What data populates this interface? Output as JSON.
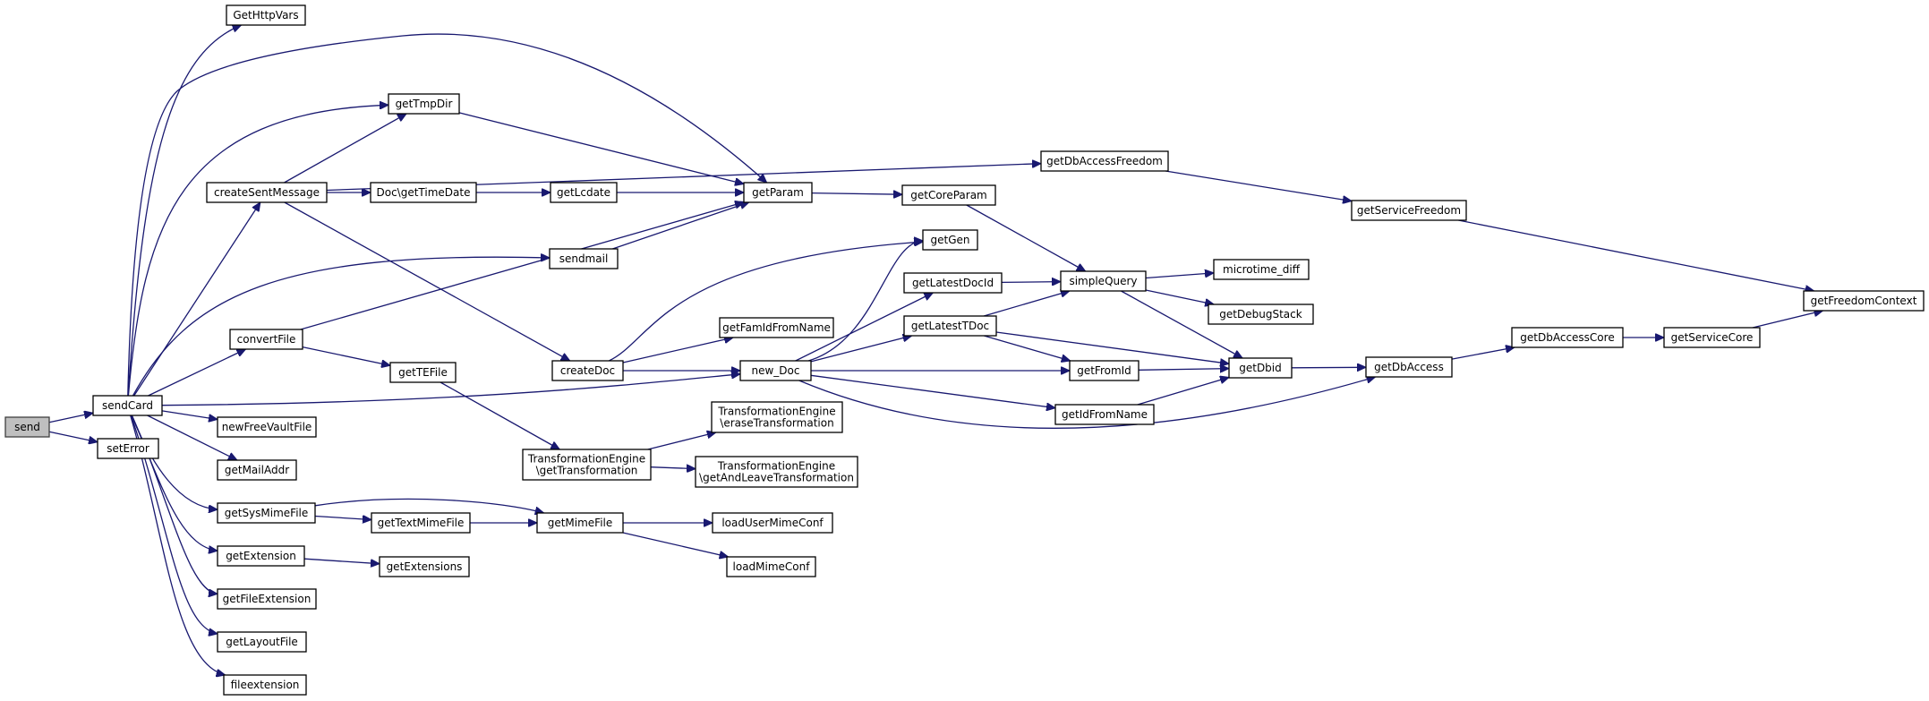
{
  "graph": {
    "edge_color": "#191970",
    "root_fill": "#bfbfbf",
    "nodes": [
      {
        "id": "send",
        "label": [
          "send"
        ],
        "root": true
      },
      {
        "id": "sendCard",
        "label": [
          "sendCard"
        ]
      },
      {
        "id": "setError",
        "label": [
          "setError"
        ]
      },
      {
        "id": "GetHttpVars",
        "label": [
          "GetHttpVars"
        ]
      },
      {
        "id": "getTmpDir",
        "label": [
          "getTmpDir"
        ]
      },
      {
        "id": "createSentMessage",
        "label": [
          "createSentMessage"
        ]
      },
      {
        "id": "DocGetTimeDate",
        "label": [
          "Doc\\getTimeDate"
        ]
      },
      {
        "id": "getLcdate",
        "label": [
          "getLcdate"
        ]
      },
      {
        "id": "getParam",
        "label": [
          "getParam"
        ]
      },
      {
        "id": "getDbAccessFreedom",
        "label": [
          "getDbAccessFreedom"
        ]
      },
      {
        "id": "getServiceFreedom",
        "label": [
          "getServiceFreedom"
        ]
      },
      {
        "id": "getCoreParam",
        "label": [
          "getCoreParam"
        ]
      },
      {
        "id": "sendmail",
        "label": [
          "sendmail"
        ]
      },
      {
        "id": "getGen",
        "label": [
          "getGen"
        ]
      },
      {
        "id": "getLatestDocId",
        "label": [
          "getLatestDocId"
        ]
      },
      {
        "id": "simpleQuery",
        "label": [
          "simpleQuery"
        ]
      },
      {
        "id": "microtime_diff",
        "label": [
          "microtime_diff"
        ]
      },
      {
        "id": "getDebugStack",
        "label": [
          "getDebugStack"
        ]
      },
      {
        "id": "getFreedomContext",
        "label": [
          "getFreedomContext"
        ]
      },
      {
        "id": "convertFile",
        "label": [
          "convertFile"
        ]
      },
      {
        "id": "getFamIdFromName",
        "label": [
          "getFamIdFromName"
        ]
      },
      {
        "id": "getLatestTDoc",
        "label": [
          "getLatestTDoc"
        ]
      },
      {
        "id": "getDbAccessCore",
        "label": [
          "getDbAccessCore"
        ]
      },
      {
        "id": "getServiceCore",
        "label": [
          "getServiceCore"
        ]
      },
      {
        "id": "getTEFile",
        "label": [
          "getTEFile"
        ]
      },
      {
        "id": "createDoc",
        "label": [
          "createDoc"
        ]
      },
      {
        "id": "new_Doc",
        "label": [
          "new_Doc"
        ]
      },
      {
        "id": "getFromId",
        "label": [
          "getFromId"
        ]
      },
      {
        "id": "getDbid",
        "label": [
          "getDbid"
        ]
      },
      {
        "id": "getDbAccess",
        "label": [
          "getDbAccess"
        ]
      },
      {
        "id": "getIdFromName",
        "label": [
          "getIdFromName"
        ]
      },
      {
        "id": "newFreeVaultFile",
        "label": [
          "newFreeVaultFile"
        ]
      },
      {
        "id": "TEeraseTransformation",
        "label": [
          "TransformationEngine",
          "\\eraseTransformation"
        ]
      },
      {
        "id": "TEgetTransformation",
        "label": [
          "TransformationEngine",
          "\\getTransformation"
        ]
      },
      {
        "id": "TEgetAndLeaveTransformation",
        "label": [
          "TransformationEngine",
          "\\getAndLeaveTransformation"
        ]
      },
      {
        "id": "getMailAddr",
        "label": [
          "getMailAddr"
        ]
      },
      {
        "id": "getSysMimeFile",
        "label": [
          "getSysMimeFile"
        ]
      },
      {
        "id": "getTextMimeFile",
        "label": [
          "getTextMimeFile"
        ]
      },
      {
        "id": "getMimeFile",
        "label": [
          "getMimeFile"
        ]
      },
      {
        "id": "loadUserMimeConf",
        "label": [
          "loadUserMimeConf"
        ]
      },
      {
        "id": "getExtension",
        "label": [
          "getExtension"
        ]
      },
      {
        "id": "getExtensions",
        "label": [
          "getExtensions"
        ]
      },
      {
        "id": "loadMimeConf",
        "label": [
          "loadMimeConf"
        ]
      },
      {
        "id": "getFileExtension",
        "label": [
          "getFileExtension"
        ]
      },
      {
        "id": "getLayoutFile",
        "label": [
          "getLayoutFile"
        ]
      },
      {
        "id": "fileextension",
        "label": [
          "fileextension"
        ]
      }
    ],
    "edges": [
      [
        "send",
        "sendCard"
      ],
      [
        "send",
        "setError"
      ],
      [
        "sendCard",
        "GetHttpVars"
      ],
      [
        "sendCard",
        "getParam"
      ],
      [
        "sendCard",
        "getTmpDir"
      ],
      [
        "sendCard",
        "createSentMessage"
      ],
      [
        "sendCard",
        "sendmail"
      ],
      [
        "sendCard",
        "convertFile"
      ],
      [
        "sendCard",
        "new_Doc"
      ],
      [
        "sendCard",
        "newFreeVaultFile"
      ],
      [
        "sendCard",
        "getMailAddr"
      ],
      [
        "sendCard",
        "getSysMimeFile"
      ],
      [
        "sendCard",
        "getExtension"
      ],
      [
        "sendCard",
        "getFileExtension"
      ],
      [
        "sendCard",
        "getLayoutFile"
      ],
      [
        "sendCard",
        "fileextension"
      ],
      [
        "getTmpDir",
        "getParam"
      ],
      [
        "createSentMessage",
        "getTmpDir"
      ],
      [
        "createSentMessage",
        "getDbAccessFreedom"
      ],
      [
        "createSentMessage",
        "DocGetTimeDate"
      ],
      [
        "createSentMessage",
        "createDoc"
      ],
      [
        "DocGetTimeDate",
        "getLcdate"
      ],
      [
        "getLcdate",
        "getParam"
      ],
      [
        "getParam",
        "getCoreParam"
      ],
      [
        "getCoreParam",
        "simpleQuery"
      ],
      [
        "getDbAccessFreedom",
        "getServiceFreedom"
      ],
      [
        "getServiceFreedom",
        "getFreedomContext"
      ],
      [
        "sendmail",
        "getParam"
      ],
      [
        "convertFile",
        "getParam"
      ],
      [
        "convertFile",
        "getTEFile"
      ],
      [
        "getTEFile",
        "TEgetTransformation"
      ],
      [
        "TEgetTransformation",
        "TEeraseTransformation"
      ],
      [
        "TEgetTransformation",
        "TEgetAndLeaveTransformation"
      ],
      [
        "createDoc",
        "getGen"
      ],
      [
        "createDoc",
        "getFamIdFromName"
      ],
      [
        "createDoc",
        "new_Doc"
      ],
      [
        "new_Doc",
        "getGen"
      ],
      [
        "new_Doc",
        "getLatestDocId"
      ],
      [
        "new_Doc",
        "getLatestTDoc"
      ],
      [
        "new_Doc",
        "getFromId"
      ],
      [
        "new_Doc",
        "getIdFromName"
      ],
      [
        "new_Doc",
        "getDbAccess"
      ],
      [
        "getLatestDocId",
        "simpleQuery"
      ],
      [
        "getLatestTDoc",
        "simpleQuery"
      ],
      [
        "getLatestTDoc",
        "getFromId"
      ],
      [
        "getLatestTDoc",
        "getDbid"
      ],
      [
        "simpleQuery",
        "microtime_diff"
      ],
      [
        "simpleQuery",
        "getDebugStack"
      ],
      [
        "simpleQuery",
        "getDbid"
      ],
      [
        "getFromId",
        "getDbid"
      ],
      [
        "getIdFromName",
        "getDbid"
      ],
      [
        "getDbid",
        "getDbAccess"
      ],
      [
        "getDbAccess",
        "getDbAccessCore"
      ],
      [
        "getDbAccessCore",
        "getServiceCore"
      ],
      [
        "getServiceCore",
        "getFreedomContext"
      ],
      [
        "getSysMimeFile",
        "getTextMimeFile"
      ],
      [
        "getSysMimeFile",
        "getMimeFile"
      ],
      [
        "getTextMimeFile",
        "getMimeFile"
      ],
      [
        "getMimeFile",
        "loadUserMimeConf"
      ],
      [
        "getMimeFile",
        "loadMimeConf"
      ],
      [
        "getExtension",
        "getExtensions"
      ]
    ]
  }
}
